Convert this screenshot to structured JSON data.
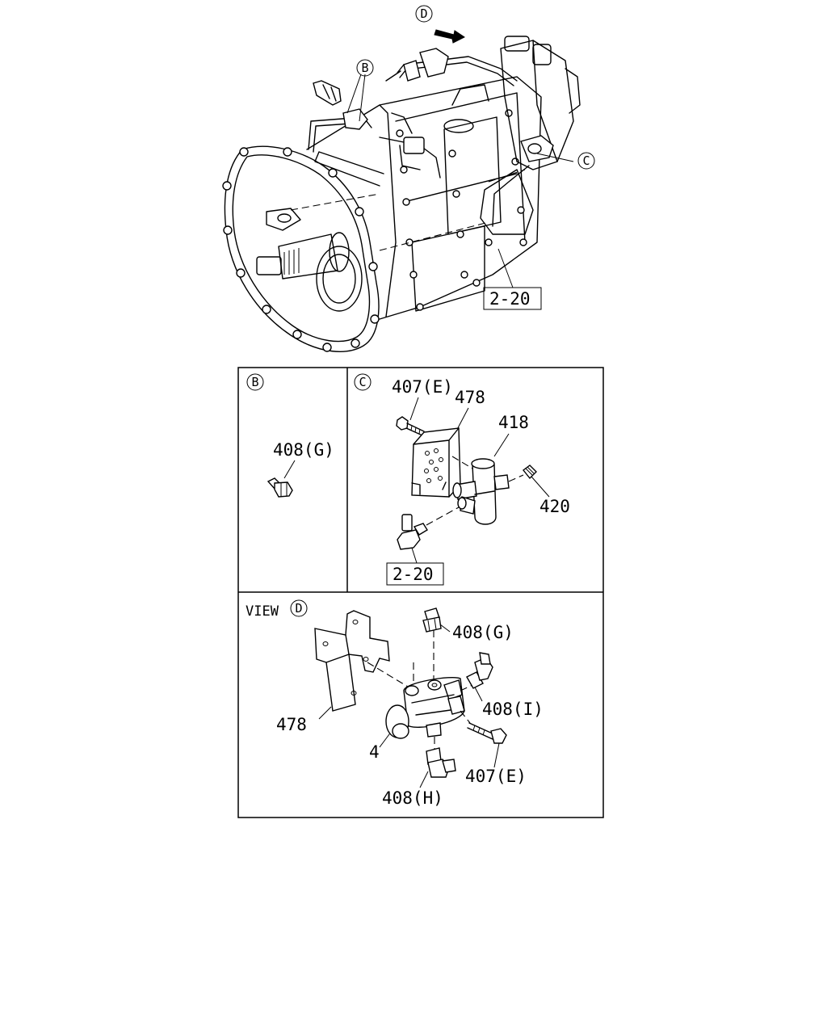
{
  "main_view": {
    "view_d_marker": "D",
    "detail_b_marker": "B",
    "detail_c_marker": "C",
    "ref_box": "2-20"
  },
  "panel_b": {
    "marker": "B",
    "part_408g": "408(G)"
  },
  "panel_c": {
    "marker": "C",
    "part_407e": "407(E)",
    "part_478": "478",
    "part_418": "418",
    "part_420": "420",
    "ref_box": "2-20"
  },
  "panel_d": {
    "view_label": "VIEW",
    "marker": "D",
    "part_408g": "408(G)",
    "part_408i": "408(I)",
    "part_478": "478",
    "part_4": "4",
    "part_407e": "407(E)",
    "part_408h": "408(H)"
  }
}
